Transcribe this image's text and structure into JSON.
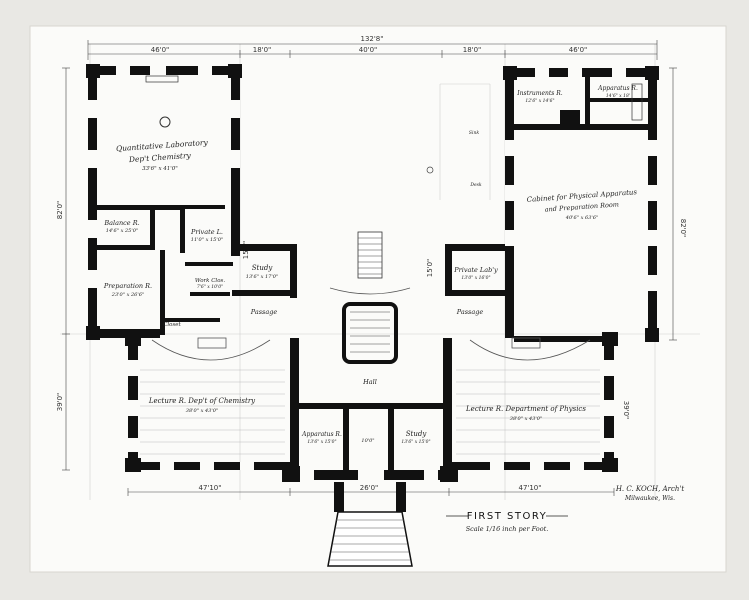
{
  "drawing": {
    "title": "FIRST STORY",
    "scale": "Scale 1/16 inch per Foot.",
    "architect": "H. C. KOCH, Arch't",
    "city": "Milwaukee, Wis."
  },
  "rooms": {
    "quant_lab": "Quantitative Laboratory",
    "quant_lab_sub": "Dep't Chemistry",
    "quant_lab_dim": "33'6\" x 41'0\"",
    "balance": "Balance R.",
    "balance_dim": "14'6\" x 25'0\"",
    "private_l": "Private L.",
    "private_l_dim": "11'0\" x 15'0\"",
    "preparation": "Preparation R.",
    "preparation_dim": "23'0\" x 26'6\"",
    "study_left": "Study",
    "study_left_dim": "13'6\" x 17'0\"",
    "work_clos": "Work Clos.",
    "work_clos_dim": "7'6\" x 10'0\"",
    "closet": "Closet",
    "passage_left": "Passage",
    "lecture_left": "Lecture R. Dep't of Chemistry",
    "lecture_left_dim": "38'0\" x 43'0\"",
    "apparatus_small": "Apparatus R.",
    "apparatus_small_dim": "13'6\" x 15'0\"",
    "study_center": "Study",
    "study_center_dim": "13'6\" x 15'0\"",
    "hall": "Hall",
    "vestibule_dim": "10'0\"",
    "instruments": "Instruments R.",
    "instruments_dim": "12'6\" x 14'6\"",
    "apparatus_top": "Apparatus R.",
    "apparatus_top_dim": "14'6\" x 18'",
    "physical": "Cabinet for Physical Apparatus",
    "physical_sub": "and Preparation Room",
    "physical_dim": "40'6\" x 63'6\"",
    "private_lab": "Private Lab'y",
    "private_lab_dim": "13'0\" x 16'0\"",
    "passage_right": "Passage",
    "lecture_right": "Lecture R. Department of Physics",
    "lecture_right_dim": "38'0\" x 43'0\"",
    "annot_a": "Sink",
    "annot_b": "Desk"
  },
  "dimensions": {
    "overall": "132'8\"",
    "top_left": "46'0\"",
    "top_mid_left": "18'0\"",
    "top_center": "40'0\"",
    "top_mid_right": "18'0\"",
    "top_right": "46'0\"",
    "left_side_1": "82'0\"",
    "left_side_2": "39'0\"",
    "right_side": "82'0\"",
    "right_inner": "39'0\"",
    "bottom_left": "47'10\"",
    "bottom_center": "26'0\"",
    "bottom_right": "47'10\"",
    "inner_a": "15'0\"",
    "inner_b": "15'0\""
  }
}
